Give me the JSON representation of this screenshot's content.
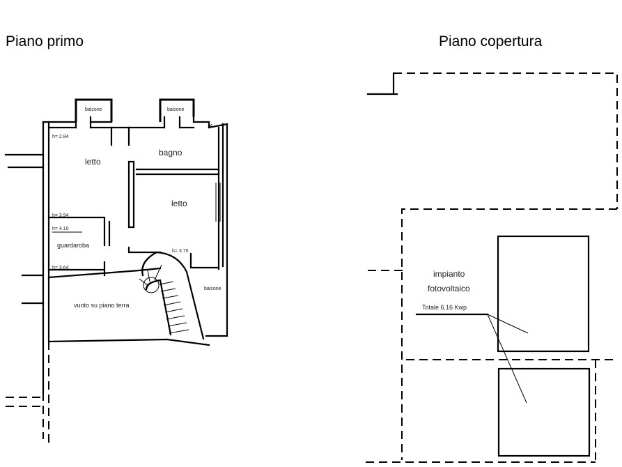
{
  "titles": {
    "left": "Piano primo",
    "right": "Piano copertura"
  },
  "rooms": {
    "balcone_1": "balcone",
    "balcone_2": "balcone",
    "balcone_3": "balcone",
    "letto_1": "letto",
    "bagno": "bagno",
    "letto_2": "letto",
    "guardaroba": "guardaroba",
    "vuoto": "vuoto su piano terra"
  },
  "heights": {
    "h1": "h= 2.84",
    "h2": "h= 3.94",
    "h3": "h= 4.10",
    "h4": "h= 3.64",
    "h5": "h= 3.75"
  },
  "pv": {
    "line1": "impianto",
    "line2": "fotovoltaico",
    "total": "Totale 6.16 Kwp"
  }
}
